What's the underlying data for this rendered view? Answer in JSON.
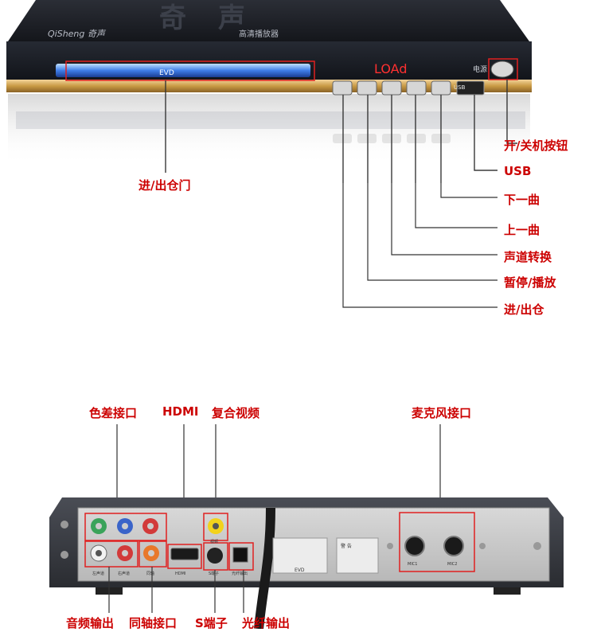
{
  "colors": {
    "annotation": "#cc0000",
    "device_body": "#1c1f26",
    "gold_trim": "#c99a45",
    "disc_tray_glow": "#6aa8ff",
    "display_red": "#ff3030",
    "rear_panel": "#3a3d44"
  },
  "front": {
    "brand_text": "QiSheng 奇声",
    "model_text": "高清播放器",
    "tray_text": "EVD",
    "display_text": "LOAd",
    "power_caption": "电源",
    "usb_caption": "USB",
    "top_logo": "奇声",
    "labels": {
      "tray": "进/出仓门",
      "power": "开/关机按钮",
      "usb": "USB",
      "next": "下一曲",
      "prev": "上一曲",
      "audio_switch": "声道转换",
      "pause_play": "暂停/播放",
      "eject": "进/出仓"
    }
  },
  "rear": {
    "port_captions": {
      "left_ch": "左声道",
      "right_ch": "右声道",
      "coax": "同轴",
      "hdmi": "HDMI",
      "video": "视频",
      "s_video": "S端子",
      "optical": "光纤输出",
      "mic1": "MIC1",
      "mic2": "MIC2",
      "warning": "警 告",
      "evd": "EVD"
    },
    "top_labels": {
      "component": "色差接口",
      "hdmi": "HDMI",
      "composite": "复合视频",
      "mic": "麦克风接口"
    },
    "bottom_labels": {
      "audio_out": "音频输出",
      "coax": "同轴接口",
      "s_video": "S端子",
      "optical": "光纤输出"
    }
  }
}
